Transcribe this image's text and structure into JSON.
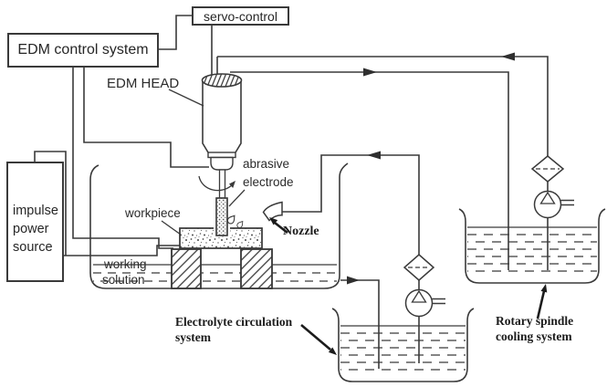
{
  "diagram_title": "EDM machining system schematic",
  "boxes": {
    "edm_control": "EDM control system",
    "servo_control": "servo-control",
    "impulse_power": [
      "impulse",
      "power",
      "source"
    ]
  },
  "labels": {
    "edm_head": "EDM HEAD",
    "abrasive_electrode": [
      "abrasive",
      "electrode"
    ],
    "workpiece": "workpiece",
    "working_solution": [
      "working",
      "solution"
    ],
    "nozzle": "Nozzle",
    "electrolyte_system": [
      "Electrolyte circulation",
      "system"
    ],
    "rotary_system": [
      "Rotary spindle",
      "cooling system"
    ]
  },
  "symbols": {
    "pump": "pump-circle-with-triangle",
    "filter": "diamond-with-dashed-line",
    "minus_terminal": "circle-minus",
    "plus_terminal": "circle-plus",
    "flow_arrows": "solid-triangle-arrowheads",
    "liquid": "dashed-water-lines"
  },
  "colors": {
    "line": "#3a3a3a",
    "text": "#262626",
    "background": "#ffffff"
  }
}
